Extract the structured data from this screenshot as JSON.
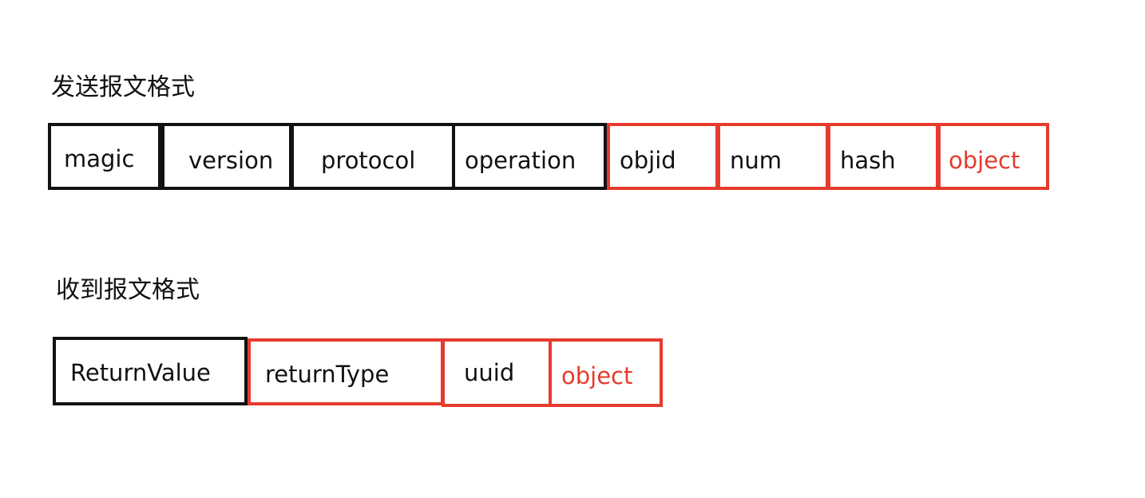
{
  "send_section": {
    "title": "发送报文格式",
    "fields": [
      {
        "label": "magic"
      },
      {
        "label": "version"
      },
      {
        "label": "protocol"
      },
      {
        "label": "operation"
      },
      {
        "label": "objid"
      },
      {
        "label": "num"
      },
      {
        "label": "hash"
      },
      {
        "label": "object"
      }
    ]
  },
  "receive_section": {
    "title": "收到报文格式",
    "fields": [
      {
        "label": "ReturnValue"
      },
      {
        "label": "returnType"
      },
      {
        "label": "uuid"
      },
      {
        "label": "object"
      }
    ]
  },
  "colors": {
    "black_border": "#111111",
    "red_border": "#e63b2e",
    "red_text": "#e63b2e"
  }
}
